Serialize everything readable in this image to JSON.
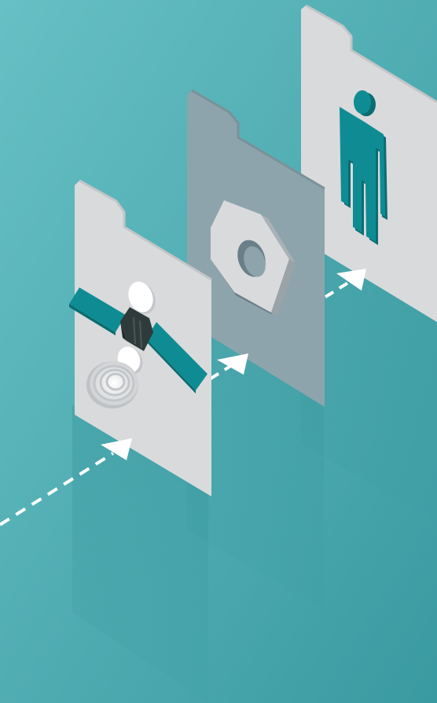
{
  "scene": {
    "colors": {
      "background_light": "#63bcc1",
      "background_dark": "#3f9fa6",
      "panel_light_face": "#d9dadc",
      "panel_light_edge": "#b9bcbf",
      "panel_dark_face": "#8ea4ac",
      "panel_dark_edge": "#6f868f",
      "accent_teal": "#0f8c93",
      "accent_teal_dark": "#0b6c72",
      "arrow": "#ffffff",
      "figure_dark": "#2f3a3b"
    },
    "panels": [
      {
        "name": "data-input-panel",
        "icon": "satellite-icon"
      },
      {
        "name": "processing-panel",
        "icon": "hex-nut-icon"
      },
      {
        "name": "user-output-panel",
        "icon": "person-icon"
      }
    ],
    "connectors": [
      "dashed-arrow-icon",
      "dashed-arrow-icon",
      "dashed-arrow-icon"
    ]
  }
}
